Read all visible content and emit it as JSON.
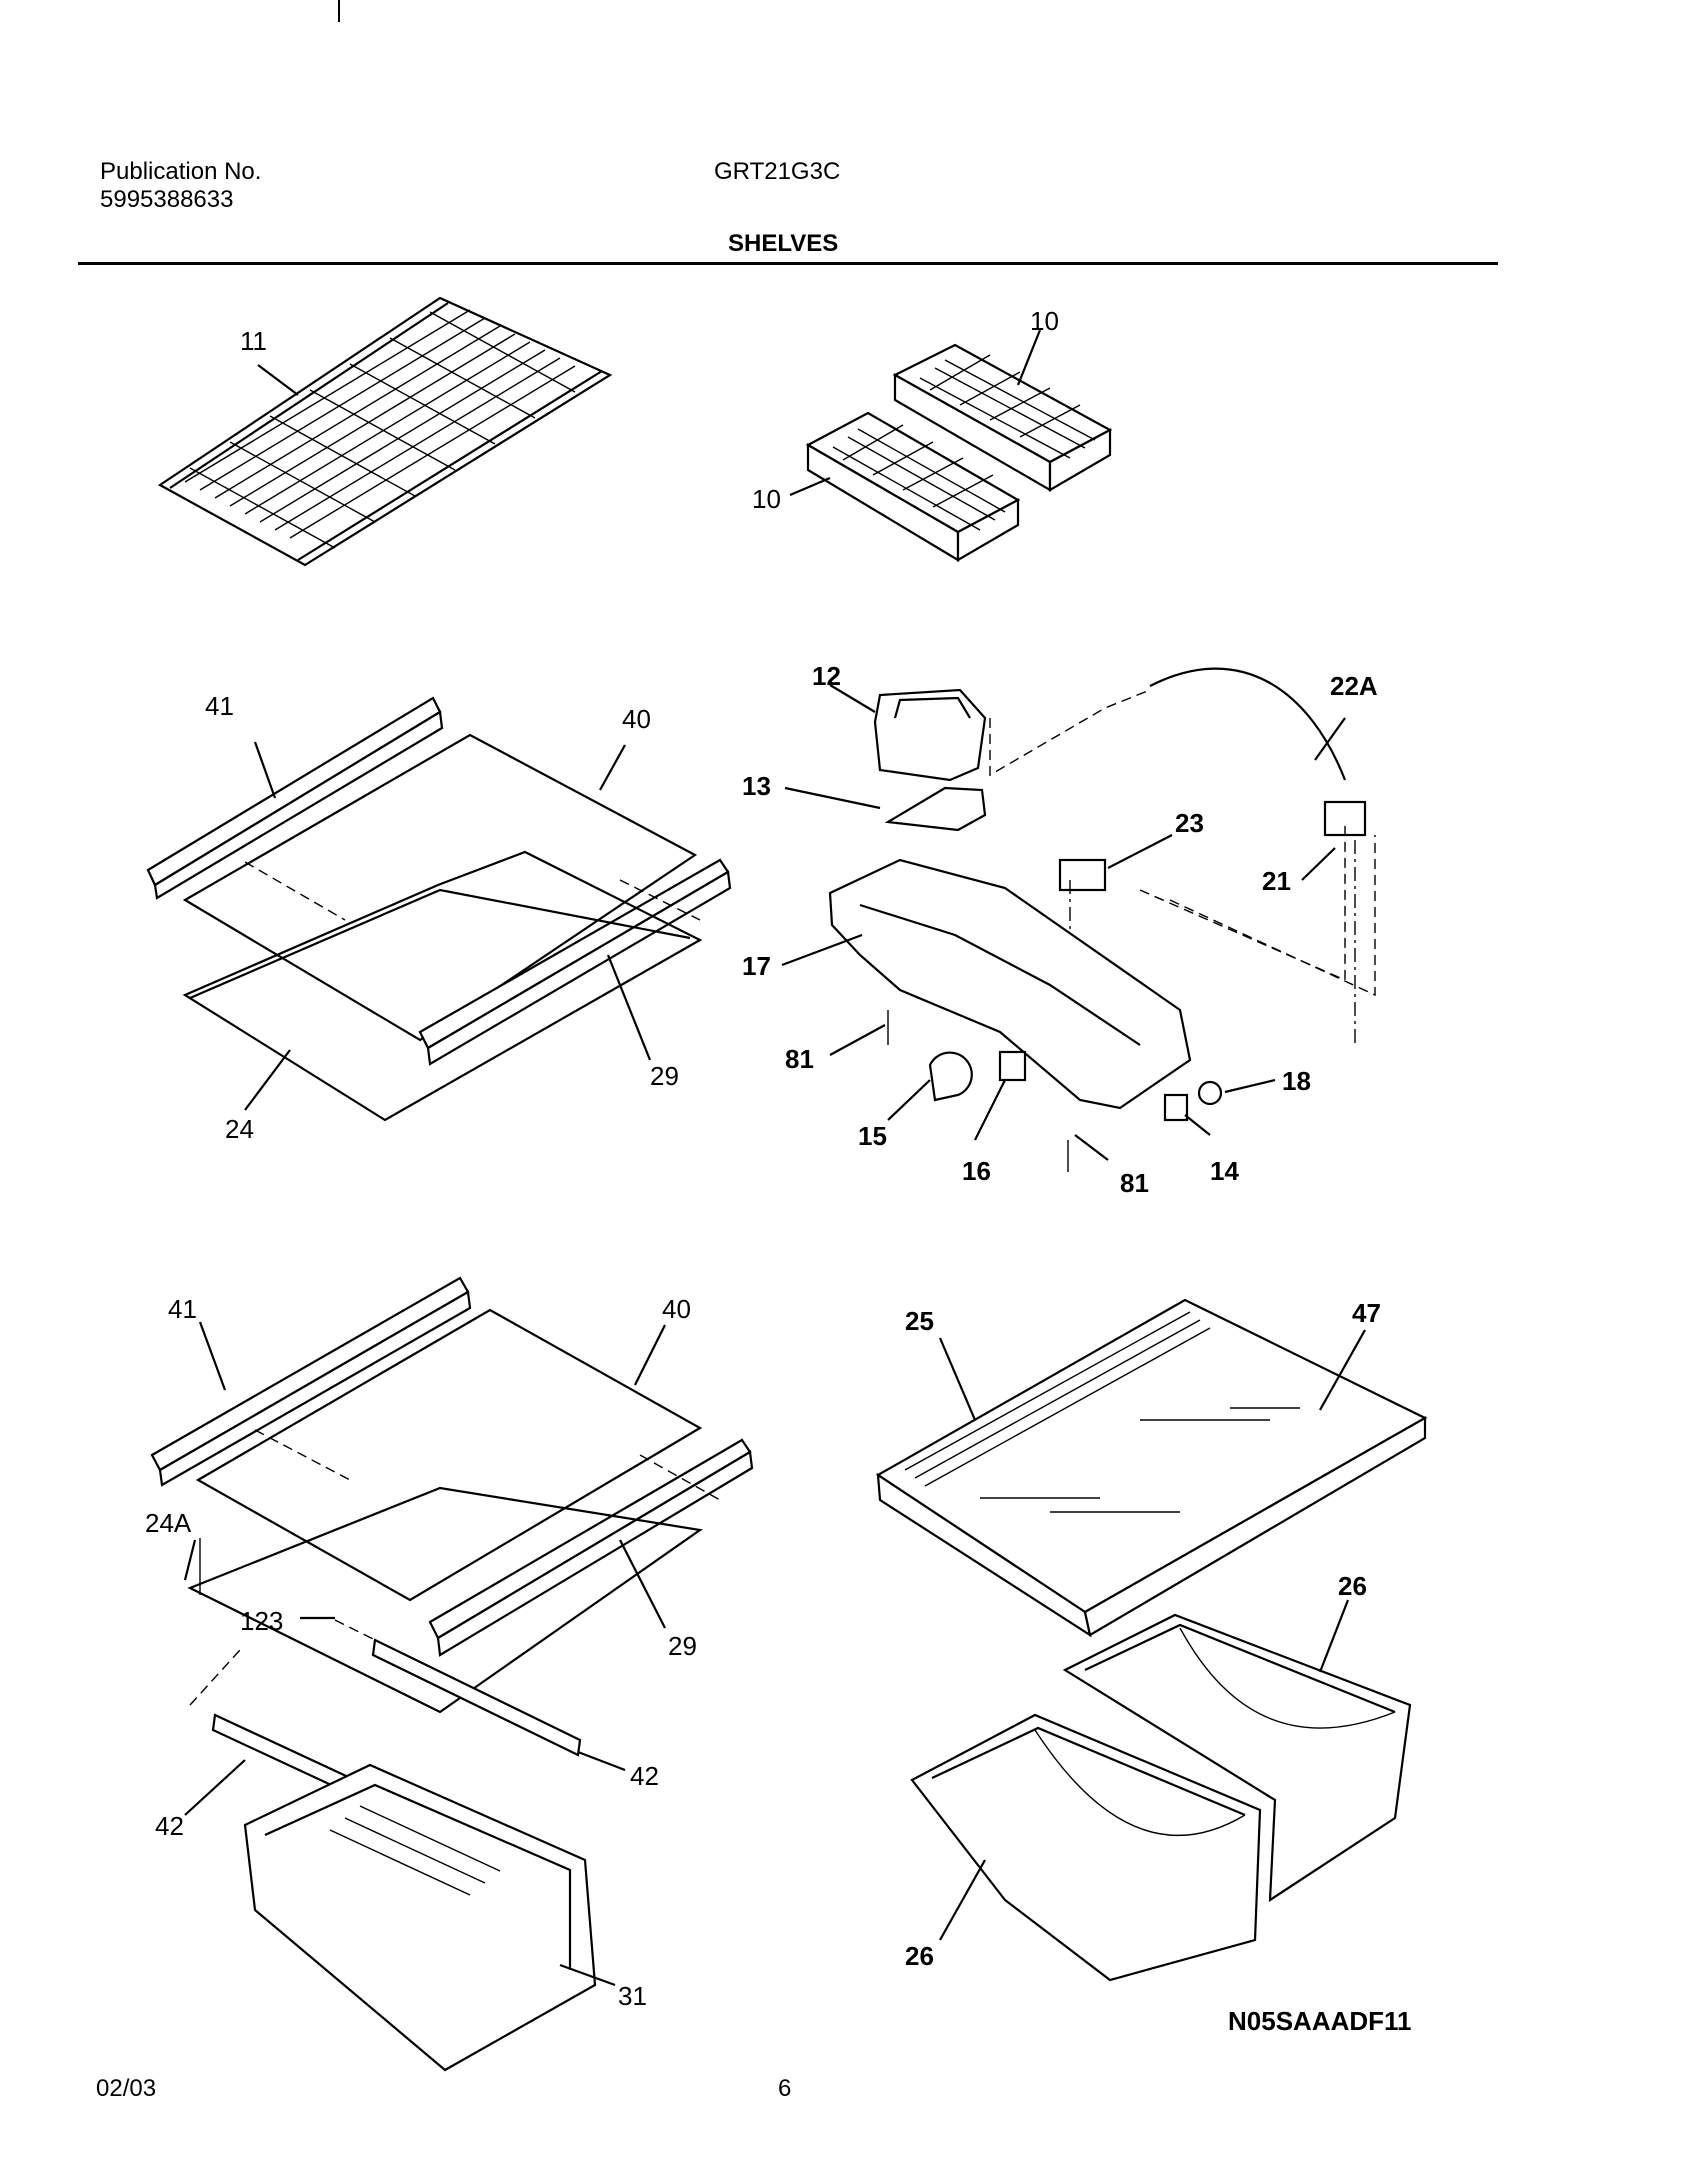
{
  "header": {
    "publication_label": "Publication No.",
    "publication_number": "5995388633",
    "model": "GRT21G3C",
    "section_title": "SHELVES"
  },
  "callouts": {
    "wire_shelf": "11",
    "ice_tray_a": "10",
    "ice_tray_b": "10",
    "p41_top": "41",
    "p40_top": "40",
    "p29_top": "29",
    "p24": "24",
    "p12": "12",
    "p13": "13",
    "p22A": "22A",
    "p23": "23",
    "p21": "21",
    "p17": "17",
    "p81_left": "81",
    "p18": "18",
    "p15": "15",
    "p16": "16",
    "p81_right": "81",
    "p14": "14",
    "p41_bot": "41",
    "p40_bot": "40",
    "p24A": "24A",
    "p123": "123",
    "p29_bot": "29",
    "p42_right": "42",
    "p42_left": "42",
    "p31": "31",
    "p25": "25",
    "p47": "47",
    "p26_top": "26",
    "p26_bot": "26"
  },
  "diagram_code": "N05SAAADF11",
  "footer": {
    "date": "02/03",
    "page": "6"
  }
}
